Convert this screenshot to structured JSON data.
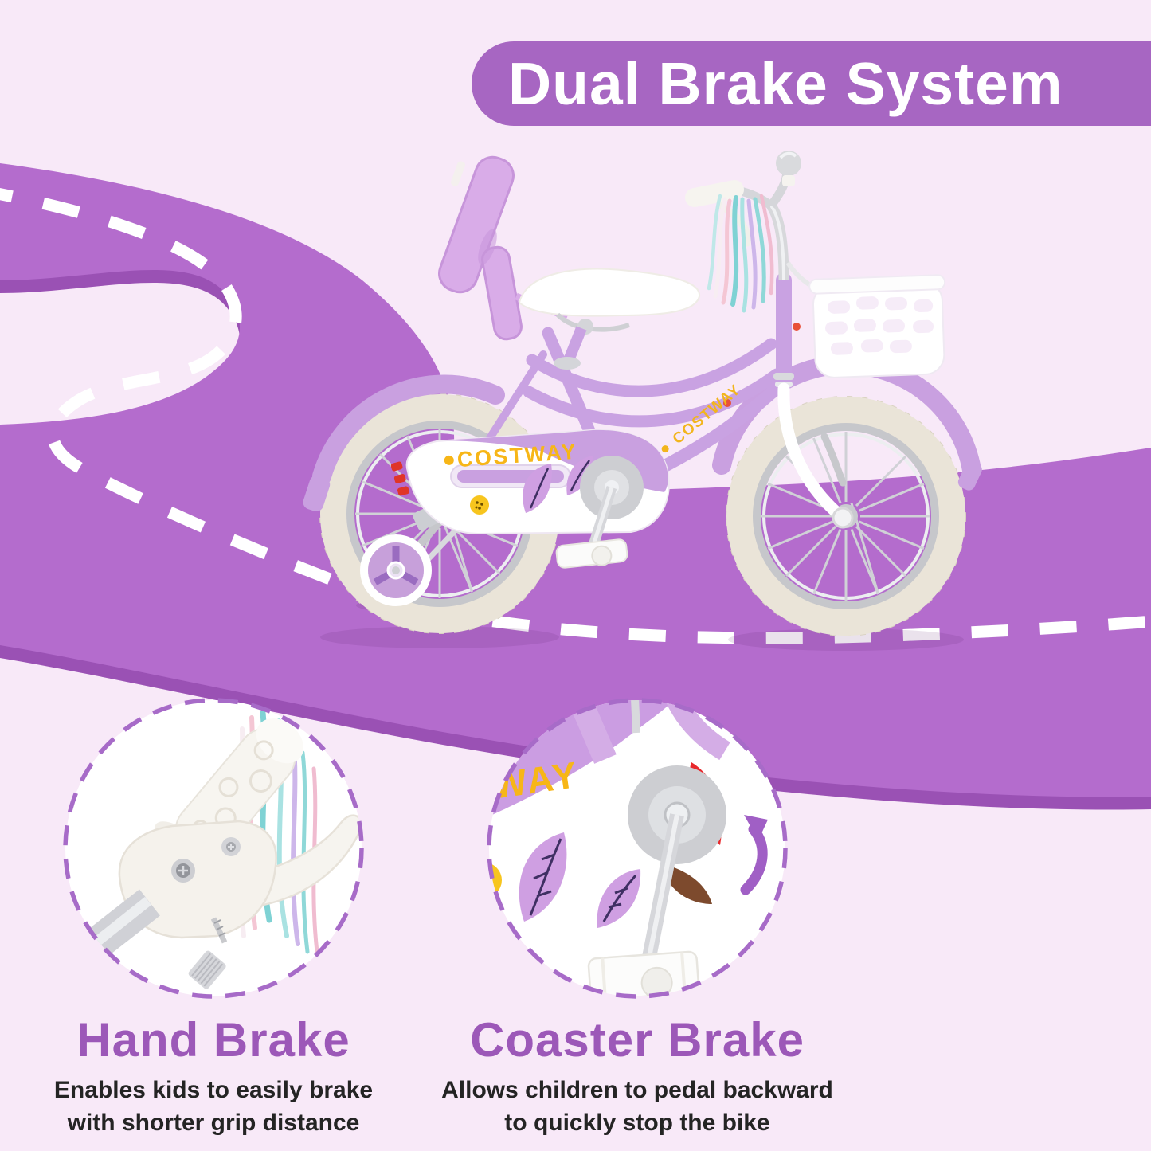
{
  "banner": {
    "title": "Dual Brake System"
  },
  "brand": {
    "name": "COSTWAY",
    "fragment": "WAY"
  },
  "features": [
    {
      "id": "hand-brake",
      "title": "Hand Brake",
      "desc_line1": "Enables kids to easily brake",
      "desc_line2": "with shorter grip distance"
    },
    {
      "id": "coaster-brake",
      "title": "Coaster Brake",
      "desc_line1": "Allows children to pedal backward",
      "desc_line2": "to quickly stop the bike"
    }
  ],
  "colors": {
    "background": "#f8e9f8",
    "road": "#b46ccd",
    "road_edge": "#9a51b4",
    "road_line": "#ffffff",
    "banner_bg": "#a766c2",
    "banner_text": "#ffffff",
    "heading": "#9c58b8",
    "body_text": "#242424",
    "callout_border": "#a76bc8",
    "brand_yellow": "#f7b617",
    "bike_purple": "#c9a2e2",
    "accent_red": "#e8282c",
    "accent_brown": "#7d4a2d"
  }
}
